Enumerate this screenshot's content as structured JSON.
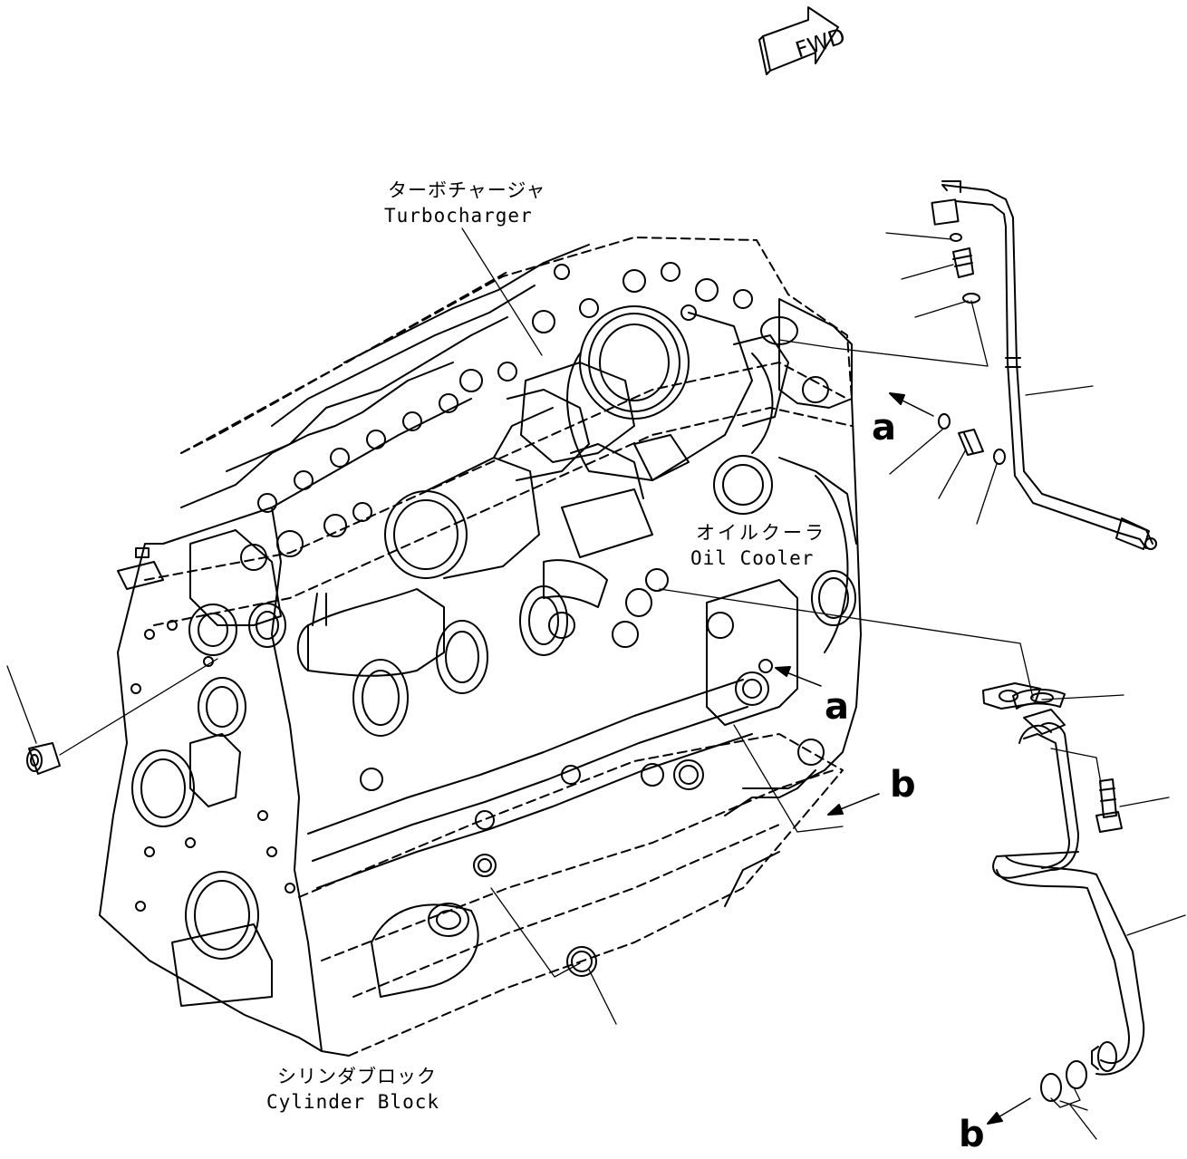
{
  "fwd_badge": "FWD",
  "labels": {
    "turbocharger_jp": "ターボチャージャ",
    "turbocharger_en": "Turbocharger",
    "oil_cooler_jp": "オイルクーラ",
    "oil_cooler_en": "Oil Cooler",
    "cylinder_block_jp": "シリンダブロック",
    "cylinder_block_en": "Cylinder Block"
  },
  "refs": {
    "a_top": "a",
    "a_mid": "a",
    "b_mid": "b",
    "b_bottom": "b"
  },
  "colors": {
    "ink": "#000000",
    "paper": "#ffffff"
  }
}
